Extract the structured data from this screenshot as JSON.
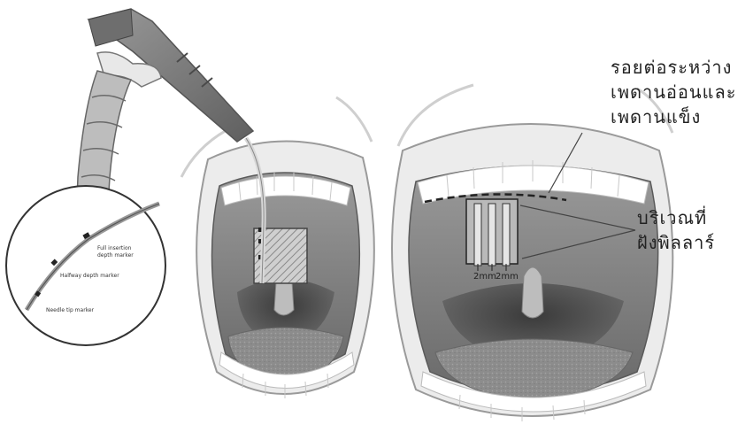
{
  "labels": {
    "junction": {
      "lines": [
        "รอยต่อระหว่าง",
        "เพดานอ่อนและ",
        "เพดานแข็ง"
      ]
    },
    "implant_area": {
      "lines": [
        "บริเวณที่",
        "ฝังพิลลาร์"
      ]
    },
    "spacing_left": "2mm",
    "spacing_right": "2mm",
    "inset": {
      "full_marker": [
        "Full insertion",
        "depth marker"
      ],
      "halfway_marker": "Halfway depth marker",
      "tip_marker": "Needle tip marker"
    }
  },
  "colors": {
    "outline": "#6b6b6b",
    "mouth_dark": "#5c5c5c",
    "mouth_mid": "#8a8a8a",
    "skin": "#f2f2f2",
    "teeth": "#ffffff",
    "tool": "#7a7a7a",
    "leader": "#444444"
  }
}
